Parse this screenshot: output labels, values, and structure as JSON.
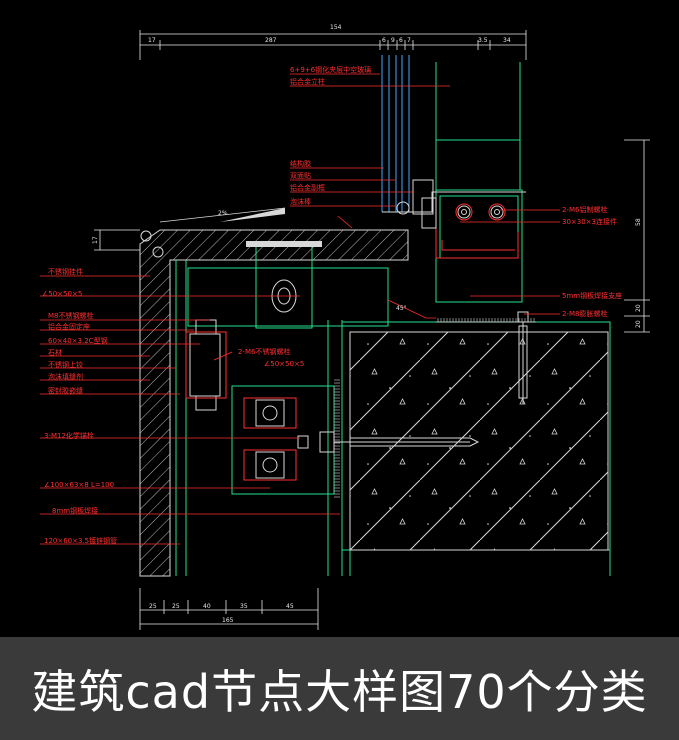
{
  "drawing": {
    "top_dims": [
      "154",
      "17",
      "287",
      "6",
      "9",
      "6",
      "7",
      "3.5",
      "34"
    ],
    "bottom_dims": [
      "25",
      "25",
      "40",
      "35",
      "45",
      "165"
    ],
    "right_dims": [
      "58",
      "20",
      "20"
    ],
    "left_dims": [
      "17"
    ],
    "slope": "2%",
    "angle": "45°",
    "labels_top": [
      "6+9+6钢化夹层中空玻璃",
      "铝合金立柱",
      "结构胶",
      "双面贴",
      "铝合金副框",
      "泡沫棒"
    ],
    "labels_right": [
      "2-M6铝制螺栓",
      "30×30×3连接件",
      "5mm钢板焊接支座",
      "2-M8膨胀螺栓"
    ],
    "labels_left": [
      "不锈钢挂件",
      "∠50×50×5",
      "M8不锈钢螺栓",
      "铝合金固定座",
      "60×40×3.2C型钢",
      "石材",
      "不锈钢上铰",
      "泡沫填缝剂",
      "密封胶嵌缝",
      "3-M12化学锚栓",
      "∠100×63×8  L=100",
      "8mm钢板焊接",
      "120×60×3.5镀锌钢管"
    ],
    "label_mid": "2-M6不锈钢螺栓",
    "label_mid2": "∠50×50×5"
  },
  "banner": {
    "title": "建筑cad节点大样图70个分类"
  },
  "colors": {
    "background": "#000000",
    "annotation": "#ff3030",
    "outline_green": "#22e08c",
    "glass_blue": "#40a8ff",
    "dimension": "#e8e8e8",
    "hatch": "#cfcfcf",
    "banner_bg": "#3a3a3a",
    "banner_text": "#ffffff"
  }
}
